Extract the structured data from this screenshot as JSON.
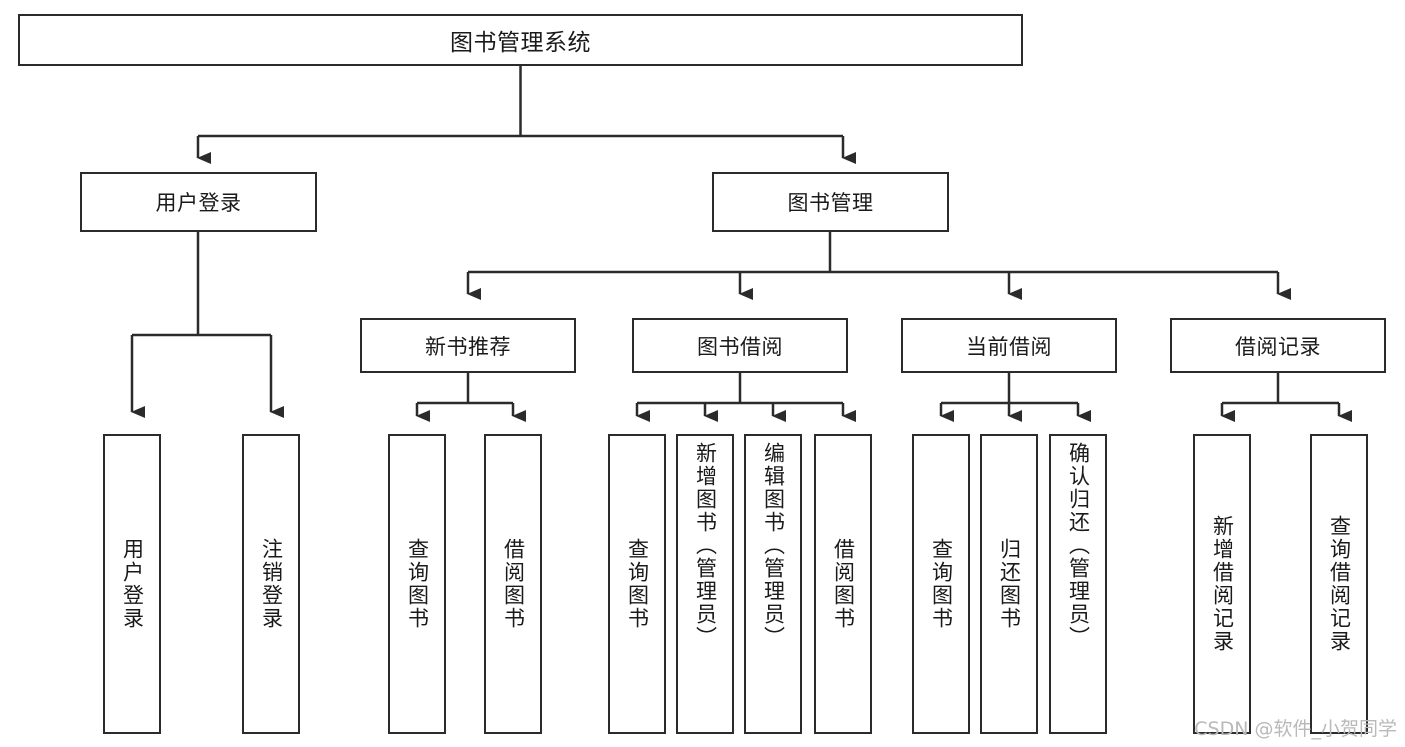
{
  "diagram": {
    "title": "图书管理系统",
    "type": "tree-hierarchy-chart",
    "orientation": "top-down",
    "colors": {
      "background": "#ffffff",
      "box_border": "#2b2b2b",
      "box_fill": "#ffffff",
      "text": "#1a1a1a",
      "connector": "#2b2b2b",
      "watermark": "#b9b9b9"
    },
    "watermark": "CSDN @软件_小贺同学",
    "nodes": {
      "root": {
        "label": "图书管理系统"
      },
      "level1": [
        {
          "id": "user_login",
          "label": "用户登录"
        },
        {
          "id": "book_manage",
          "label": "图书管理"
        }
      ],
      "level2": [
        {
          "id": "new_book_rec",
          "label": "新书推荐"
        },
        {
          "id": "book_borrow",
          "label": "图书借阅"
        },
        {
          "id": "current_borrow",
          "label": "当前借阅"
        },
        {
          "id": "borrow_record",
          "label": "借阅记录"
        }
      ],
      "leaves": {
        "user_login": [
          {
            "id": "leaf_user_login",
            "label": "用户登录"
          },
          {
            "id": "leaf_user_logout",
            "label": "注销登录"
          }
        ],
        "new_book_rec": [
          {
            "id": "leaf_query_book_1",
            "label": "查询图书"
          },
          {
            "id": "leaf_borrow_book_1",
            "label": "借阅图书"
          }
        ],
        "book_borrow": [
          {
            "id": "leaf_query_book_2",
            "label": "查询图书"
          },
          {
            "id": "leaf_add_book",
            "label": "新增图书（管理员）"
          },
          {
            "id": "leaf_edit_book",
            "label": "编辑图书（管理员）"
          },
          {
            "id": "leaf_borrow_book_2",
            "label": "借阅图书"
          }
        ],
        "current_borrow": [
          {
            "id": "leaf_query_book_3",
            "label": "查询图书"
          },
          {
            "id": "leaf_return_book",
            "label": "归还图书"
          },
          {
            "id": "leaf_confirm_return",
            "label": "确认归还（管理员）"
          }
        ],
        "borrow_record": [
          {
            "id": "leaf_add_record",
            "label": "新增借阅记录"
          },
          {
            "id": "leaf_query_record",
            "label": "查询借阅记录"
          }
        ]
      }
    }
  }
}
